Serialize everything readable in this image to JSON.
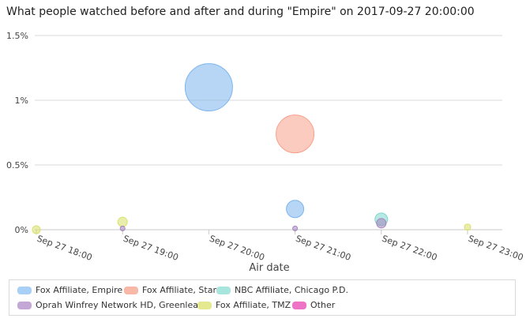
{
  "header": {
    "title": "What people watched before and after and during \"Empire\" on 2017-09-27 20:00:00"
  },
  "chart_data": {
    "type": "scatter",
    "title": "What people watched before and after and during \"Empire\" on 2017-09-27 20:00:00",
    "xlabel": "Air date",
    "ylabel": "",
    "ylim": [
      0,
      1.5
    ],
    "y_unit": "%",
    "y_ticks": [
      {
        "value": 0,
        "label": "0%"
      },
      {
        "value": 0.5,
        "label": "0.5%"
      },
      {
        "value": 1,
        "label": "1%"
      },
      {
        "value": 1.5,
        "label": "1.5%"
      }
    ],
    "x_ticks": [
      {
        "value": "2017-09-27 18:00",
        "label": "Sep 27 18:00"
      },
      {
        "value": "2017-09-27 19:00",
        "label": "Sep 27 19:00"
      },
      {
        "value": "2017-09-27 20:00",
        "label": "Sep 27 20:00"
      },
      {
        "value": "2017-09-27 21:00",
        "label": "Sep 27 21:00"
      },
      {
        "value": "2017-09-27 22:00",
        "label": "Sep 27 22:00"
      },
      {
        "value": "2017-09-27 23:00",
        "label": "Sep 27 23:00"
      }
    ],
    "grid": true,
    "legend_position": "bottom",
    "series": [
      {
        "name": "Fox Affiliate, Empire",
        "color": "#7cb5ec",
        "points": [
          {
            "x": "2017-09-27 20:00",
            "y": 1.1,
            "size": 30
          },
          {
            "x": "2017-09-27 21:00",
            "y": 0.16,
            "size": 11
          }
        ]
      },
      {
        "name": "Fox Affiliate, Star",
        "color": "#f7a08b",
        "points": [
          {
            "x": "2017-09-27 21:00",
            "y": 0.74,
            "size": 24
          }
        ]
      },
      {
        "name": "NBC Affiliate, Chicago P.D.",
        "color": "#7dd6cc",
        "points": [
          {
            "x": "2017-09-27 22:00",
            "y": 0.08,
            "size": 8
          }
        ]
      },
      {
        "name": "Oprah Winfrey Network HD, Greenleaf",
        "color": "#a584bd",
        "points": [
          {
            "x": "2017-09-27 19:00",
            "y": 0.01,
            "size": 3
          },
          {
            "x": "2017-09-27 21:00",
            "y": 0.01,
            "size": 3
          },
          {
            "x": "2017-09-27 22:00",
            "y": 0.05,
            "size": 6
          }
        ]
      },
      {
        "name": "Fox Affiliate, TMZ",
        "color": "#d9e06a",
        "points": [
          {
            "x": "2017-09-27 18:00",
            "y": 0.0,
            "size": 5
          },
          {
            "x": "2017-09-27 19:00",
            "y": 0.06,
            "size": 6
          },
          {
            "x": "2017-09-27 23:00",
            "y": 0.02,
            "size": 4
          }
        ]
      },
      {
        "name": "Other",
        "color": "#ee72c6",
        "points": []
      }
    ]
  },
  "legend": {
    "items": [
      {
        "label": "Fox Affiliate, Empire",
        "color": "#a8d0f6"
      },
      {
        "label": "Fox Affiliate, Star",
        "color": "#f8b7a7"
      },
      {
        "label": "NBC Affiliate, Chicago P.D.",
        "color": "#a8e5dd"
      },
      {
        "label": "Oprah Winfrey Network HD, Greenleaf",
        "color": "#c3a8d6"
      },
      {
        "label": "Fox Affiliate, TMZ",
        "color": "#e4e98f"
      },
      {
        "label": "Other",
        "color": "#ee72c6"
      }
    ]
  }
}
